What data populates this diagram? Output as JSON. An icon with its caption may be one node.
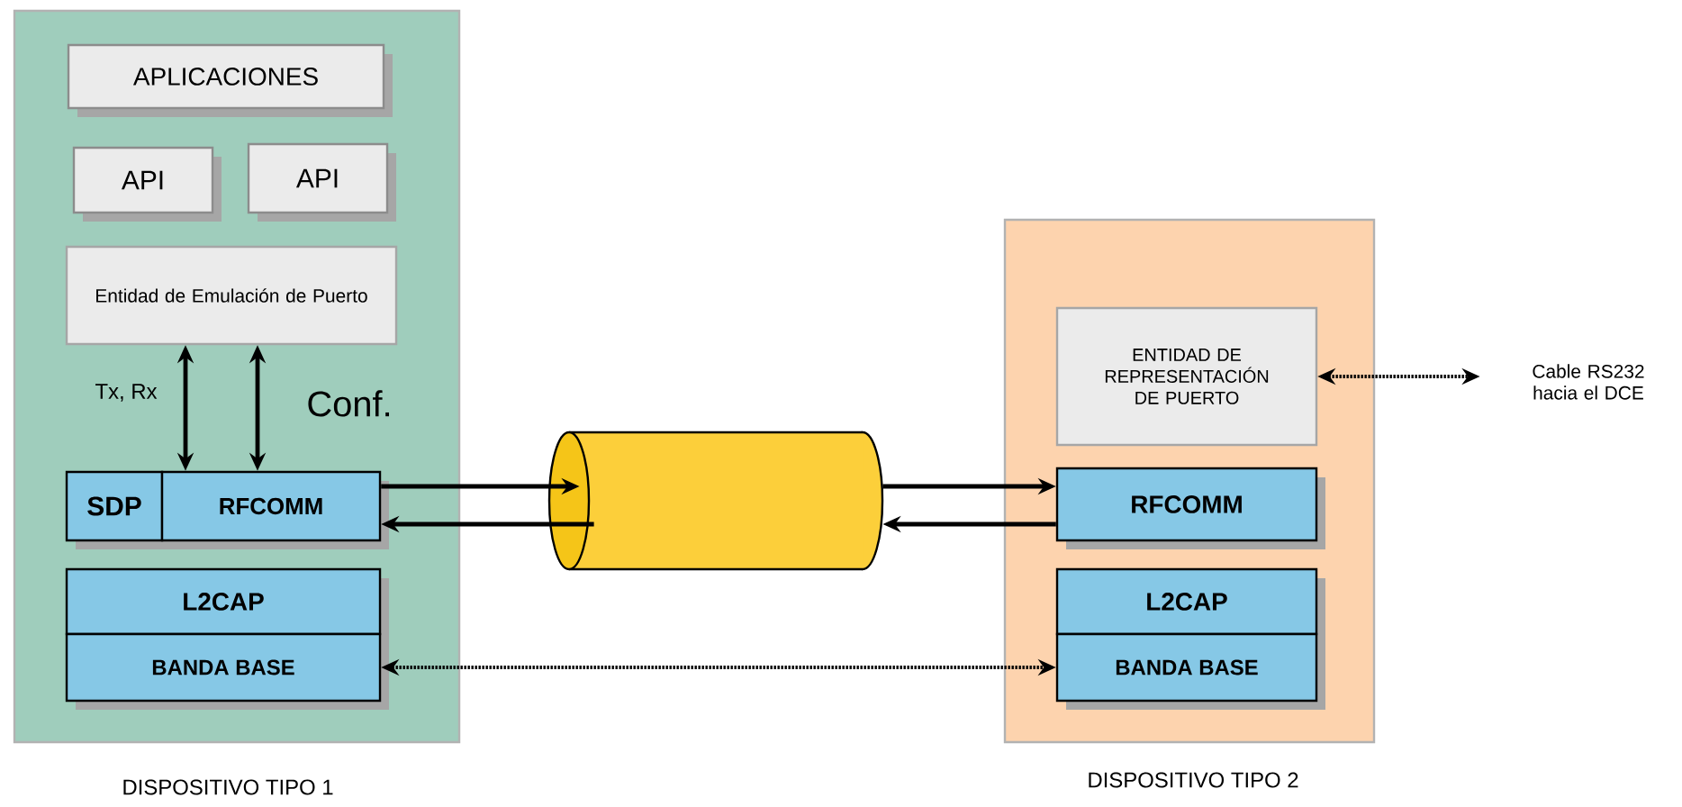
{
  "diagram": {
    "nodes": [
      {
        "text": [],
        "shape": "box",
        "beside": [
          "DISPOSITIVO TIPO 1"
        ]
      },
      {
        "text": [
          "APLICACIONES"
        ],
        "in": 0
      },
      {
        "text": [
          "API"
        ],
        "in": 0
      },
      {
        "text": [
          "API"
        ],
        "in": 0
      },
      {
        "text": [
          "Entidad de Emulación de Puerto"
        ],
        "in": 0
      },
      {
        "text": [
          "SDP"
        ],
        "in": 0
      },
      {
        "text": [
          "RFCOMM"
        ],
        "in": 0
      },
      {
        "text": [
          "L2CAP"
        ],
        "in": 0
      },
      {
        "text": [
          "BANDA BASE"
        ],
        "in": 0
      },
      {
        "text": [],
        "shape": "cylinder"
      },
      {
        "text": [],
        "shape": "box",
        "beside": [
          "DISPOSITIVO TIPO 2"
        ]
      },
      {
        "text": [
          "ENTIDAD DE REPRESENTACIÓN DE PUERTO"
        ],
        "in": 10
      },
      {
        "text": [
          "RFCOMM"
        ],
        "in": 10
      },
      {
        "text": [
          "L2CAP"
        ],
        "in": 10
      },
      {
        "text": [
          "BANDA BASE"
        ],
        "in": 10
      },
      {
        "text": [
          "Cable RS232 hacia el DCE"
        ]
      }
    ],
    "edges": [
      {
        "from": 4,
        "to": 6,
        "arrow": "both",
        "label": "Tx, Rx"
      },
      {
        "from": 4,
        "to": 6,
        "arrow": "both",
        "label": "Conf."
      },
      {
        "from": 6,
        "to": 9,
        "arrow": "to"
      },
      {
        "from": 9,
        "to": 6,
        "arrow": "to"
      },
      {
        "from": 9,
        "to": 12,
        "arrow": "to"
      },
      {
        "from": 12,
        "to": 9,
        "arrow": "to"
      },
      {
        "from": 8,
        "to": 14,
        "arrow": "both",
        "style": "dashed"
      },
      {
        "from": 11,
        "to": 15,
        "arrow": "both",
        "style": "dashed"
      }
    ]
  }
}
